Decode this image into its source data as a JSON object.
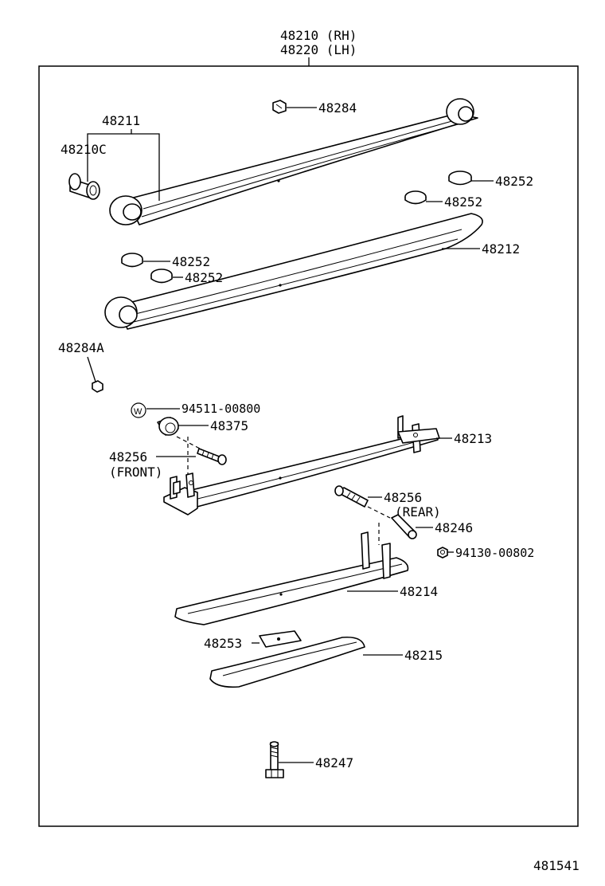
{
  "header": {
    "assembly_rh": "48210 (RH)",
    "assembly_lh": "48220 (LH)"
  },
  "parts": {
    "p48284": "48284",
    "p48211": "48211",
    "p48210c": "48210C",
    "p48252_a": "48252",
    "p48252_b": "48252",
    "p48252_c": "48252",
    "p48252_d": "48252",
    "p48212": "48212",
    "p48284a": "48284A",
    "washer_symbol": "W",
    "p94511": "94511-00800",
    "p48375": "48375",
    "p48256_front": "48256",
    "front_note": "(FRONT)",
    "p48213": "48213",
    "p48256_rear": "48256",
    "rear_note": "(REAR)",
    "p48246": "48246",
    "p94130": "94130-00802",
    "p48214": "48214",
    "p48253": "48253",
    "p48215": "48215",
    "p48247": "48247"
  },
  "footer": {
    "illustration_number": "481541"
  }
}
